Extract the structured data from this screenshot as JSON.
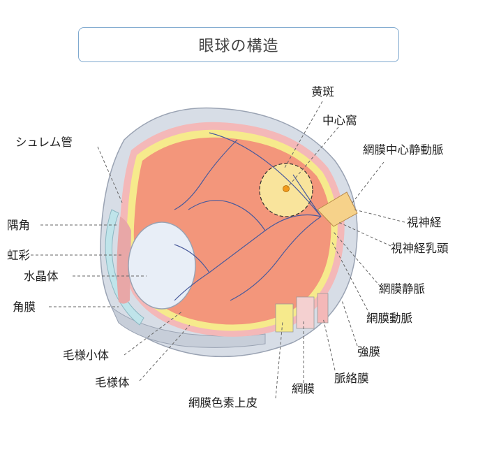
{
  "title": "眼球の構造",
  "labels": {
    "schlemm": "シュレム管",
    "angle": "隅角",
    "iris": "虹彩",
    "lens": "水晶体",
    "cornea": "角膜",
    "ciliary_zonule": "毛様小体",
    "ciliary_body": "毛様体",
    "rpe": "網膜色素上皮",
    "retina": "網膜",
    "choroid": "脈絡膜",
    "sclera": "強膜",
    "retinal_artery": "網膜動脈",
    "retinal_vein": "網膜静脈",
    "optic_disc": "視神経乳頭",
    "optic_nerve": "視神経",
    "central_retinal_artery": "網膜中心静動脈",
    "fovea": "中心窩",
    "macula": "黄斑"
  },
  "colors": {
    "sclera": "#d7dde6",
    "choroid": "#f4b8b8",
    "retina_layer": "#f6ea8c",
    "inner_eye": "#f3967b",
    "vessel": "#4a5b9c",
    "macula": "#f9e49c",
    "fovea": "#f29a1e",
    "cornea": "#bfe4ea",
    "lens": "#e8eef7",
    "title_border": "#7fa9cf"
  }
}
